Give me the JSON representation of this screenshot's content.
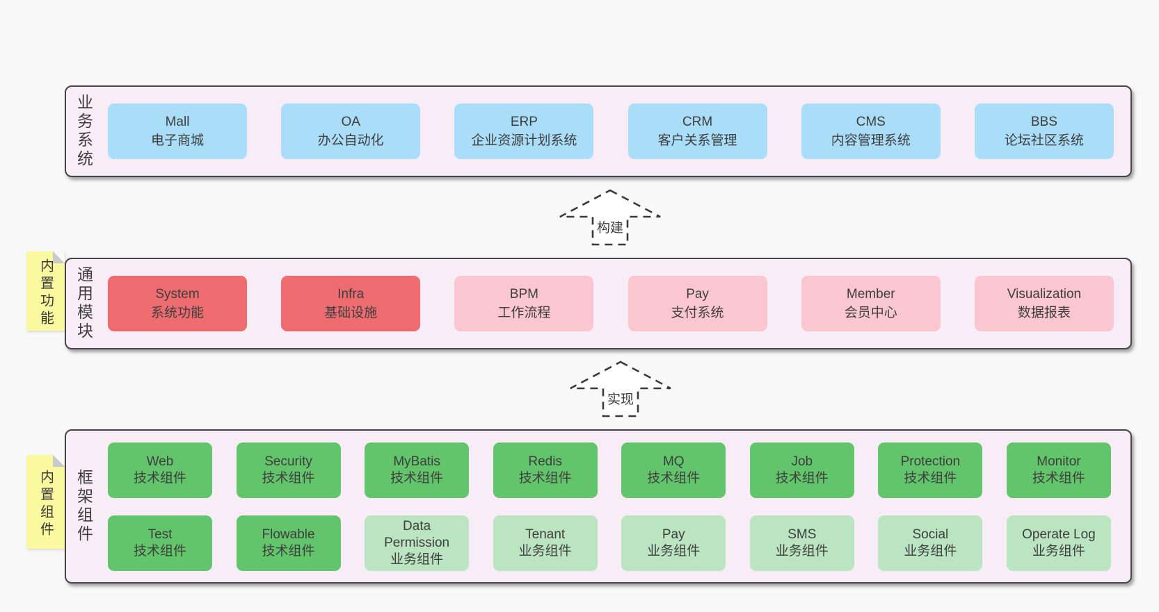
{
  "colors": {
    "page_bg": "#f8f8f8",
    "band_bg": "#f8edf6",
    "band_border": "#454545",
    "blue": "#a9ddf8",
    "red": "#ee6c70",
    "pink": "#fac7d0",
    "green_dark": "#62c46b",
    "green_light": "#bae5c0",
    "note_bg": "#fbf9a0",
    "text": "#3d3d3d"
  },
  "bands": {
    "business": {
      "label": "业务系统",
      "boxes": [
        {
          "title": "Mall",
          "subtitle": "电子商城",
          "variant": "blue"
        },
        {
          "title": "OA",
          "subtitle": "办公自动化",
          "variant": "blue"
        },
        {
          "title": "ERP",
          "subtitle": "企业资源计划系统",
          "variant": "blue"
        },
        {
          "title": "CRM",
          "subtitle": "客户关系管理",
          "variant": "blue"
        },
        {
          "title": "CMS",
          "subtitle": "内容管理系统",
          "variant": "blue"
        },
        {
          "title": "BBS",
          "subtitle": "论坛社区系统",
          "variant": "blue"
        }
      ]
    },
    "modules": {
      "label": "通用模块",
      "note": "内置功能",
      "boxes": [
        {
          "title": "System",
          "subtitle": "系统功能",
          "variant": "red"
        },
        {
          "title": "Infra",
          "subtitle": "基础设施",
          "variant": "red"
        },
        {
          "title": "BPM",
          "subtitle": "工作流程",
          "variant": "pink"
        },
        {
          "title": "Pay",
          "subtitle": "支付系统",
          "variant": "pink"
        },
        {
          "title": "Member",
          "subtitle": "会员中心",
          "variant": "pink"
        },
        {
          "title": "Visualization",
          "subtitle": "数据报表",
          "variant": "pink"
        }
      ]
    },
    "components": {
      "label": "框架组件",
      "note": "内置组件",
      "row1": [
        {
          "title": "Web",
          "subtitle": "技术组件",
          "variant": "green-dark"
        },
        {
          "title": "Security",
          "subtitle": "技术组件",
          "variant": "green-dark"
        },
        {
          "title": "MyBatis",
          "subtitle": "技术组件",
          "variant": "green-dark"
        },
        {
          "title": "Redis",
          "subtitle": "技术组件",
          "variant": "green-dark"
        },
        {
          "title": "MQ",
          "subtitle": "技术组件",
          "variant": "green-dark"
        },
        {
          "title": "Job",
          "subtitle": "技术组件",
          "variant": "green-dark"
        },
        {
          "title": "Protection",
          "subtitle": "技术组件",
          "variant": "green-dark"
        },
        {
          "title": "Monitor",
          "subtitle": "技术组件",
          "variant": "green-dark"
        }
      ],
      "row2": [
        {
          "title": "Test",
          "subtitle": "技术组件",
          "variant": "green-dark"
        },
        {
          "title": "Flowable",
          "subtitle": "技术组件",
          "variant": "green-dark"
        },
        {
          "title": "Data Permission",
          "subtitle": "业务组件",
          "variant": "green-light"
        },
        {
          "title": "Tenant",
          "subtitle": "业务组件",
          "variant": "green-light"
        },
        {
          "title": "Pay",
          "subtitle": "业务组件",
          "variant": "green-light"
        },
        {
          "title": "SMS",
          "subtitle": "业务组件",
          "variant": "green-light"
        },
        {
          "title": "Social",
          "subtitle": "业务组件",
          "variant": "green-light"
        },
        {
          "title": "Operate Log",
          "subtitle": "业务组件",
          "variant": "green-light"
        }
      ]
    }
  },
  "arrows": {
    "build": "构建",
    "implement": "实现"
  }
}
